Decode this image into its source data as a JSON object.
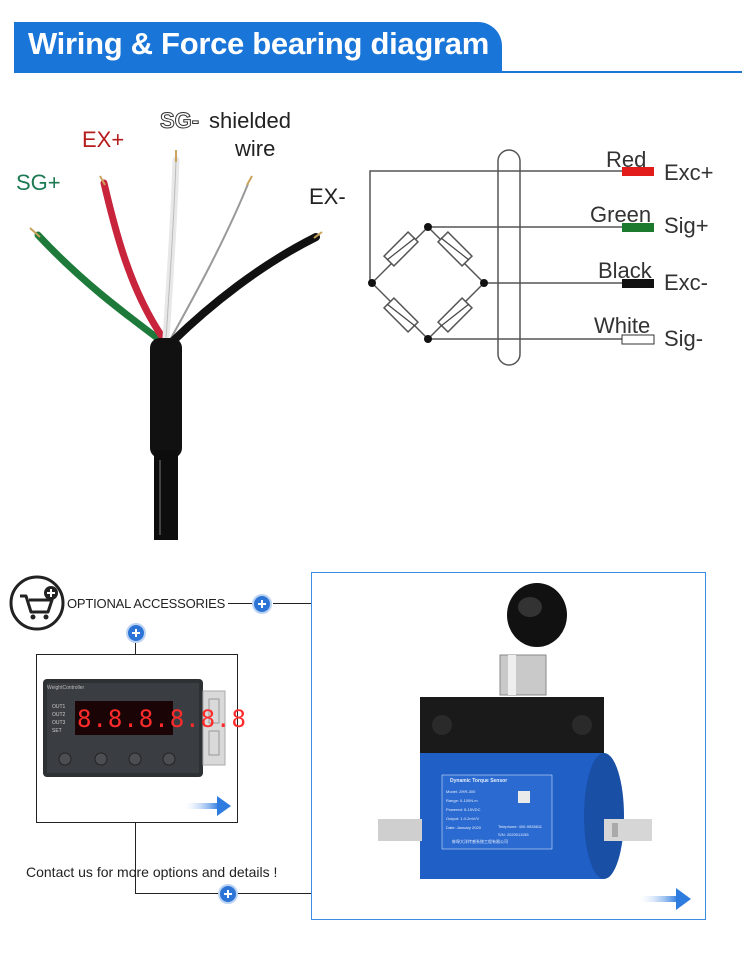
{
  "header": {
    "title": "Wiring & Force bearing diagram"
  },
  "wires": {
    "sg_plus": "SG+",
    "ex_plus": "EX+",
    "sg_minus": "SG-",
    "shielded": "shielded",
    "shielded_2": "wire",
    "ex_minus": "EX-"
  },
  "circuit": {
    "terminals": [
      {
        "color_name": "Red",
        "signal": "Exc+",
        "swatch": "#e21b1b"
      },
      {
        "color_name": "Green",
        "signal": "Sig+",
        "swatch": "#1b7a2e"
      },
      {
        "color_name": "Black",
        "signal": "Exc-",
        "swatch": "#111111"
      },
      {
        "color_name": "White",
        "signal": "Sig-",
        "swatch": "#ffffff"
      }
    ]
  },
  "accessories": {
    "label": "OPTIONAL ACCESSORIES",
    "contact": "Contact us for more options and details !"
  },
  "controller": {
    "brand": "WeightController",
    "display": "8.8.8.8.8.8",
    "outputs": [
      "OUT1",
      "OUT2",
      "OUT3",
      "SET"
    ]
  },
  "sensor": {
    "title": "Dynamic Torque Sensor",
    "lines": [
      "Model: ZHR-300",
      "Range: 0-100N.m",
      "Powered: 5-15VDC",
      "Output: 1.0-2mV/V",
      "Date: January 2020"
    ],
    "lines_right": [
      "Telephone: 400-9928811",
      "S/N: 2020011155"
    ],
    "maker": "蚌埠大洋传感系统工程有限公司"
  },
  "colors": {
    "accent": "#1a75d8",
    "sensor_blue": "#1f5fc6"
  }
}
